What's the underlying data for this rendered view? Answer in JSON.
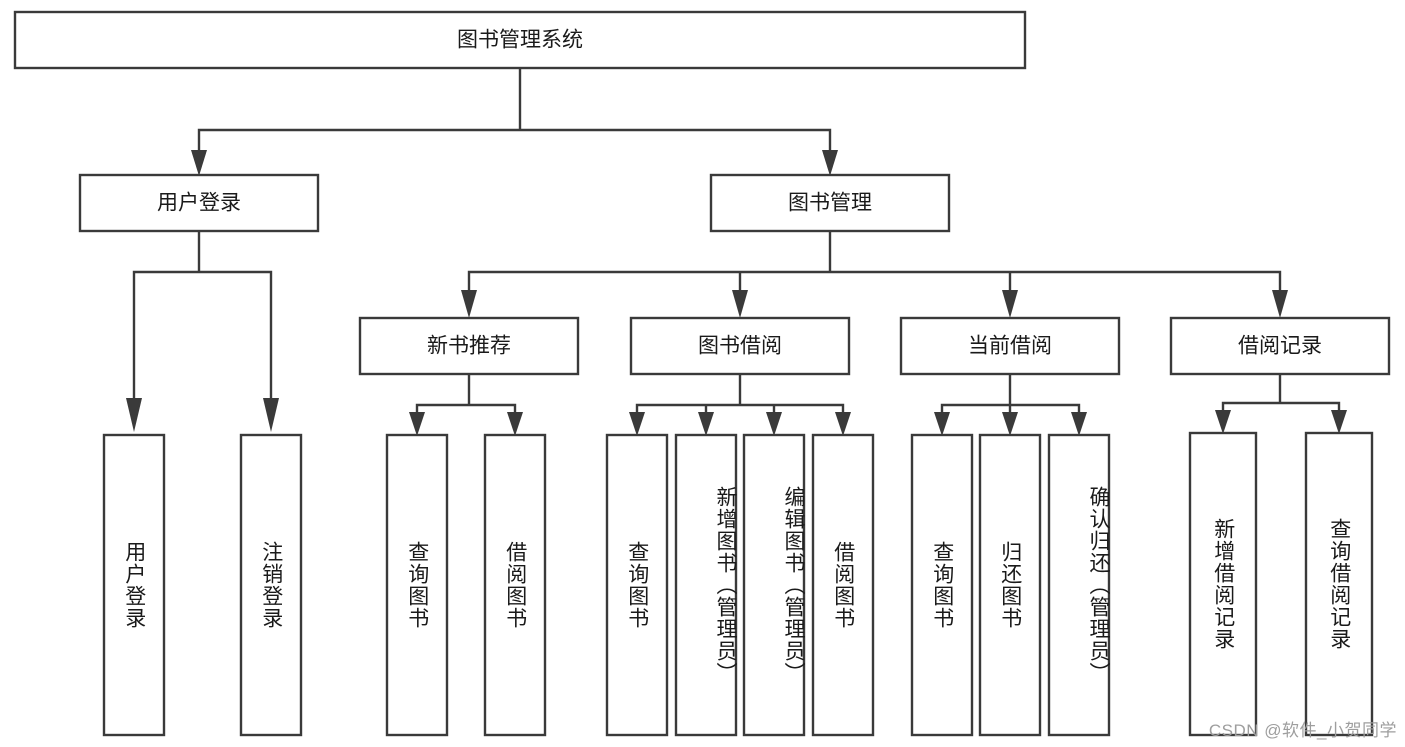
{
  "diagram": {
    "type": "tree-hierarchy",
    "title": "图书管理系统",
    "watermark": "CSDN @软件_小贺同学",
    "colors": {
      "box_stroke": "#3a3a3a",
      "box_fill": "#ffffff",
      "text": "#1a1a1a",
      "connector": "#3a3a3a",
      "watermark": "#9e9e9e",
      "background": "#ffffff"
    },
    "levels": {
      "root": {
        "label": "图书管理系统"
      },
      "level2": [
        {
          "id": "user-login",
          "label": "用户登录"
        },
        {
          "id": "book-manage",
          "label": "图书管理"
        }
      ],
      "level3": [
        {
          "id": "new-book-recommend",
          "label": "新书推荐",
          "parent": "book-manage"
        },
        {
          "id": "book-borrow",
          "label": "图书借阅",
          "parent": "book-manage"
        },
        {
          "id": "current-borrow",
          "label": "当前借阅",
          "parent": "book-manage"
        },
        {
          "id": "borrow-record",
          "label": "借阅记录",
          "parent": "book-manage"
        }
      ],
      "leaves": [
        {
          "id": "leaf-user-login",
          "label": "用户登录",
          "parent": "user-login"
        },
        {
          "id": "leaf-logout",
          "label": "注销登录",
          "parent": "user-login"
        },
        {
          "id": "leaf-query-book-1",
          "label": "查询图书",
          "parent": "new-book-recommend"
        },
        {
          "id": "leaf-borrow-book-1",
          "label": "借阅图书",
          "parent": "new-book-recommend"
        },
        {
          "id": "leaf-query-book-2",
          "label": "查询图书",
          "parent": "book-borrow"
        },
        {
          "id": "leaf-add-book",
          "label": "新增图书（管理员）",
          "parent": "book-borrow"
        },
        {
          "id": "leaf-edit-book",
          "label": "编辑图书（管理员）",
          "parent": "book-borrow"
        },
        {
          "id": "leaf-borrow-book-2",
          "label": "借阅图书",
          "parent": "book-borrow"
        },
        {
          "id": "leaf-query-book-3",
          "label": "查询图书",
          "parent": "current-borrow"
        },
        {
          "id": "leaf-return-book",
          "label": "归还图书",
          "parent": "current-borrow"
        },
        {
          "id": "leaf-confirm-return",
          "label": "确认归还（管理员）",
          "parent": "current-borrow"
        },
        {
          "id": "leaf-add-record",
          "label": "新增借阅记录",
          "parent": "borrow-record"
        },
        {
          "id": "leaf-query-record",
          "label": "查询借阅记录",
          "parent": "borrow-record"
        }
      ]
    }
  }
}
